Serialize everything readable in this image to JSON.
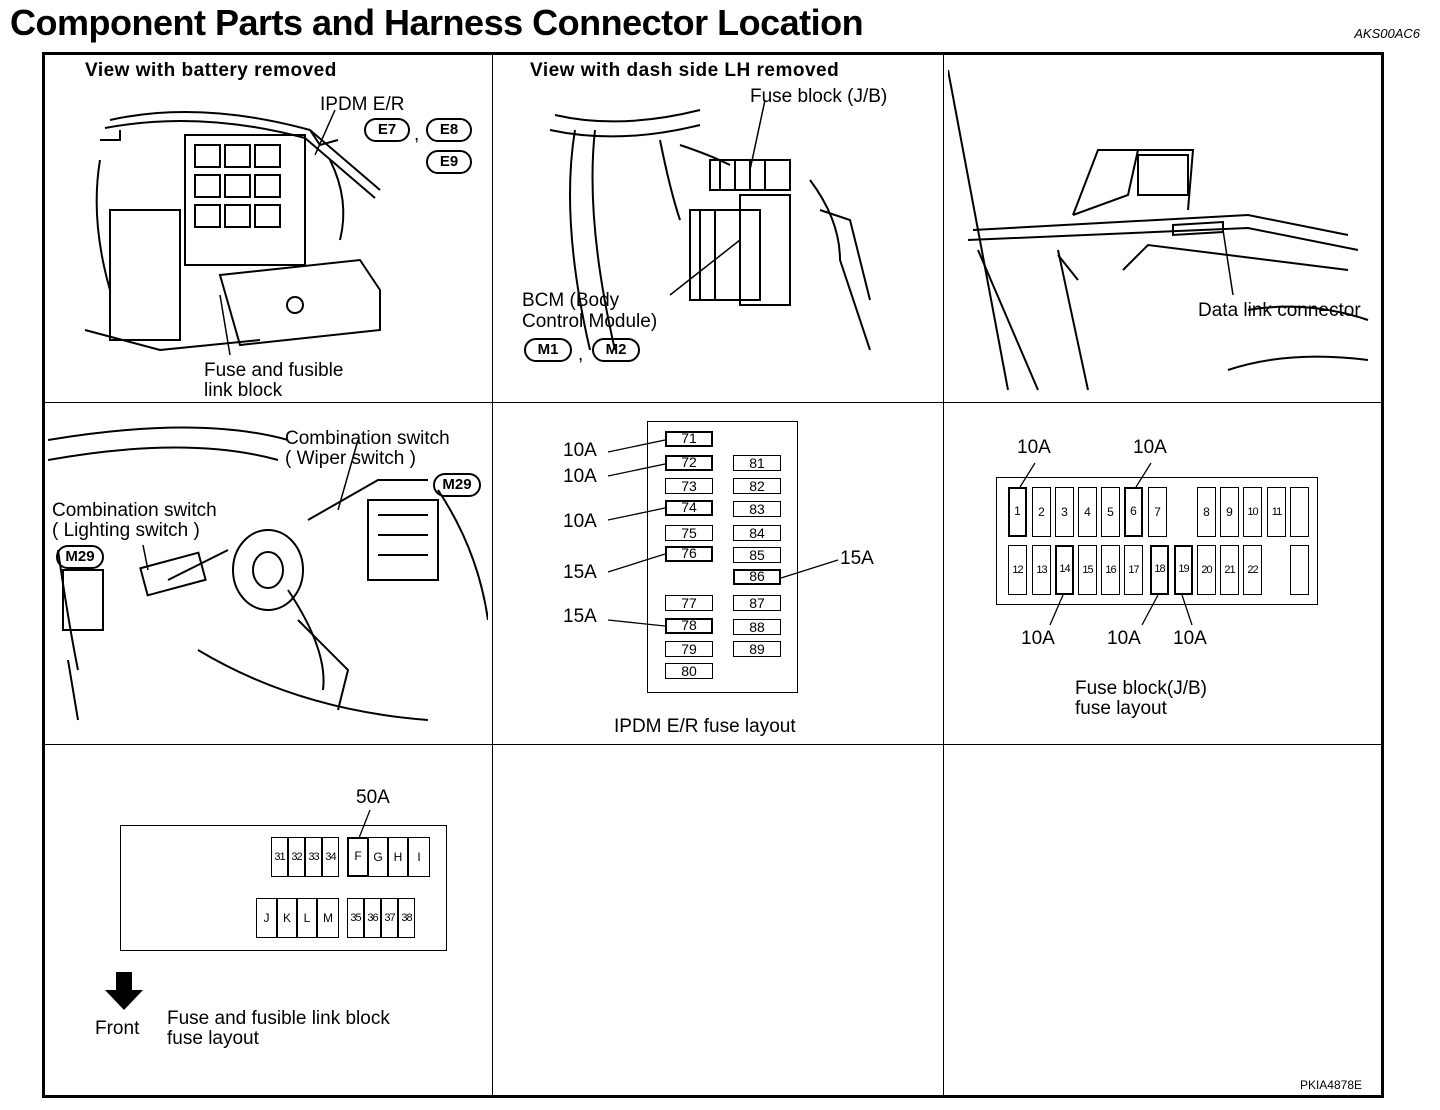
{
  "title": "Component Parts and Harness Connector Location",
  "doc_code": "AKS00AC6",
  "figure_code": "PKIA4878E",
  "panel1": {
    "heading": "View with battery removed",
    "ipdm_label": "IPDM E/R",
    "badges": [
      "E7",
      "E8",
      "E9"
    ],
    "fuse_block_label_1": "Fuse and fusible",
    "fuse_block_label_2": "link block",
    "sep": ","
  },
  "panel2": {
    "heading": "View with dash side LH removed",
    "fuse_block_label": "Fuse block (J/B)",
    "bcm_label_1": "BCM (Body",
    "bcm_label_2": "Control Module)",
    "badges": [
      "M1",
      "M2"
    ],
    "sep": ","
  },
  "panel3": {
    "dlc_label": "Data link connector"
  },
  "panel4": {
    "wiper_label_1": "Combination switch",
    "wiper_label_2": "( Wiper switch )",
    "lighting_label_1": "Combination switch",
    "lighting_label_2": "( Lighting switch )",
    "badge_right": "M29",
    "badge_left": "M29"
  },
  "panel5": {
    "caption": "IPDM E/R fuse layout",
    "left_column": [
      "71",
      "72",
      "73",
      "74",
      "75",
      "76",
      "77",
      "78",
      "79",
      "80"
    ],
    "right_column": [
      "81",
      "82",
      "83",
      "84",
      "85",
      "86",
      "87",
      "88",
      "89"
    ],
    "amps": {
      "f71": "10A",
      "f72": "10A",
      "f74": "10A",
      "f76": "15A",
      "f78": "15A",
      "f86": "15A"
    }
  },
  "panel6": {
    "caption_1": "Fuse block(J/B)",
    "caption_2": "fuse layout",
    "top_row": [
      "1",
      "2",
      "3",
      "4",
      "5",
      "6",
      "7",
      "8",
      "9",
      "10",
      "11",
      ""
    ],
    "bottom_row": [
      "12",
      "13",
      "14",
      "15",
      "16",
      "17",
      "18",
      "19",
      "20",
      "21",
      "22",
      ""
    ],
    "amps": {
      "f1": "10A",
      "f6": "10A",
      "f14": "10A",
      "f18": "10A",
      "f19": "10A"
    }
  },
  "panel7": {
    "amp_label": "50A",
    "top_fuses": [
      "31",
      "32",
      "33",
      "34",
      "F",
      "G",
      "H",
      "I"
    ],
    "bottom_fuses": [
      "J",
      "K",
      "L",
      "M",
      "35",
      "36",
      "37",
      "38"
    ],
    "front_label": "Front",
    "caption_1": "Fuse and fusible link block",
    "caption_2": "fuse layout"
  }
}
